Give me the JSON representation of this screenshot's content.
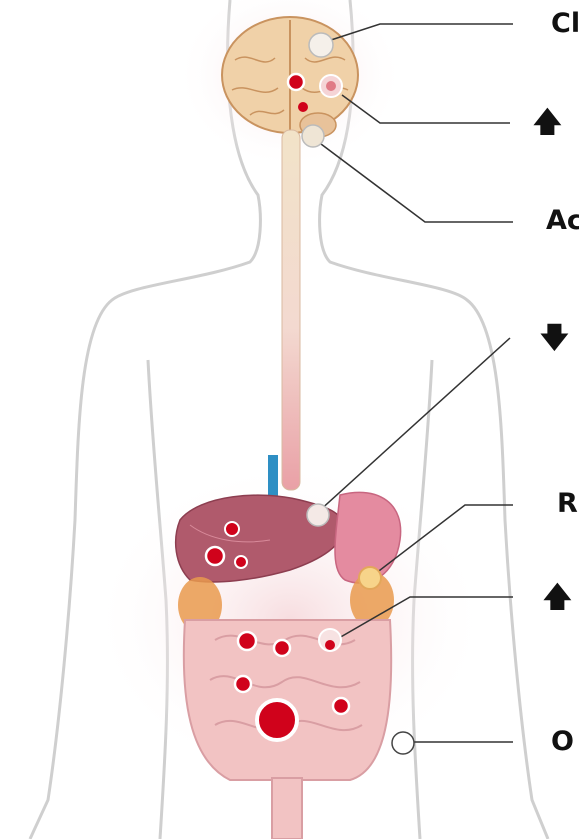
{
  "labels": [
    {
      "id": "label-1",
      "text": "Cl",
      "prefix": ""
    },
    {
      "id": "label-2",
      "text": "",
      "prefix": "up"
    },
    {
      "id": "label-3",
      "text": "Ac",
      "prefix": ""
    },
    {
      "id": "label-4",
      "text": "",
      "prefix": "down"
    },
    {
      "id": "label-5",
      "text": "R",
      "prefix": ""
    },
    {
      "id": "label-6",
      "text": "",
      "prefix": "up"
    },
    {
      "id": "label-7",
      "text": "O",
      "prefix": ""
    }
  ],
  "icons": {
    "up": "up-arrow-icon",
    "down": "down-arrow-icon"
  },
  "colors": {
    "marker_red": "#d0021b",
    "marker_white": "#ffffff",
    "leader_line": "#333333",
    "body_outline": "#cfcfcf"
  }
}
